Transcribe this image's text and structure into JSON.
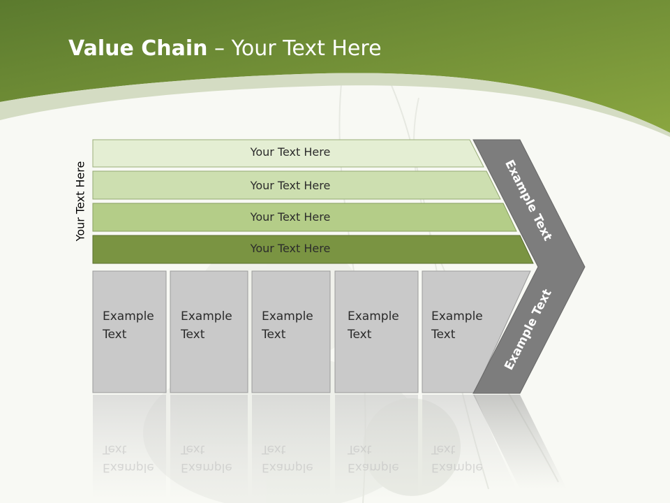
{
  "title": {
    "bold": "Value Chain",
    "rest": " – Your Text Here"
  },
  "vertical_label": "Your Text Here",
  "bands": [
    "Your Text Here",
    "Your Text Here",
    "Your Text Here",
    "Your Text Here"
  ],
  "boxes": [
    {
      "line1": "Example",
      "line2": "Text"
    },
    {
      "line1": "Example",
      "line2": "Text"
    },
    {
      "line1": "Example",
      "line2": "Text"
    },
    {
      "line1": "Example",
      "line2": "Text"
    },
    {
      "line1": "Example",
      "line2": "Text"
    }
  ],
  "chevron": {
    "upper": "Example Text",
    "lower": "Example Text"
  },
  "colors": {
    "header_green": "#6f8f35",
    "band_light": "#e4eed3",
    "band_mid": "#cddfb0",
    "band_strong": "#b4cd88",
    "band_dark": "#7a9442",
    "box_gray": "#c9c9c9",
    "chevron_gray": "#7d7d7d"
  }
}
